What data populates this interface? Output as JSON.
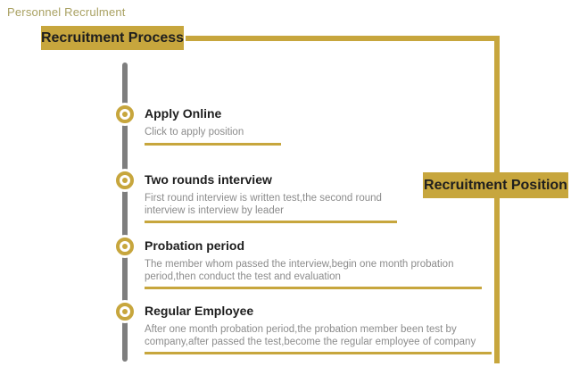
{
  "page": {
    "title": "Personnel Recrulment"
  },
  "tabs": {
    "process_label": "Recruitment Process",
    "position_label": "Recruitment Position"
  },
  "timeline": {
    "items": [
      {
        "title": "Apply Online",
        "description": "Click to apply position"
      },
      {
        "title": "Two rounds interview",
        "description": "First round interview is written test,the second round\ninterview is interview by leader"
      },
      {
        "title": "Probation period",
        "description": "The member whom passed the interview,begin one month probation\nperiod,then conduct the test and evaluation"
      },
      {
        "title": "Regular Employee",
        "description": "After one month probation period,the probation member been test by\ncompany,after passed the test,become the regular employee of company"
      }
    ]
  },
  "colors": {
    "gold": "#C7A63D",
    "header_text_gold": "#A9A162",
    "title_dark": "#1E1E1E",
    "description_gray": "#8C8C8C",
    "timeline_gray": "#7E7E7E",
    "background": "#FFFFFF"
  }
}
